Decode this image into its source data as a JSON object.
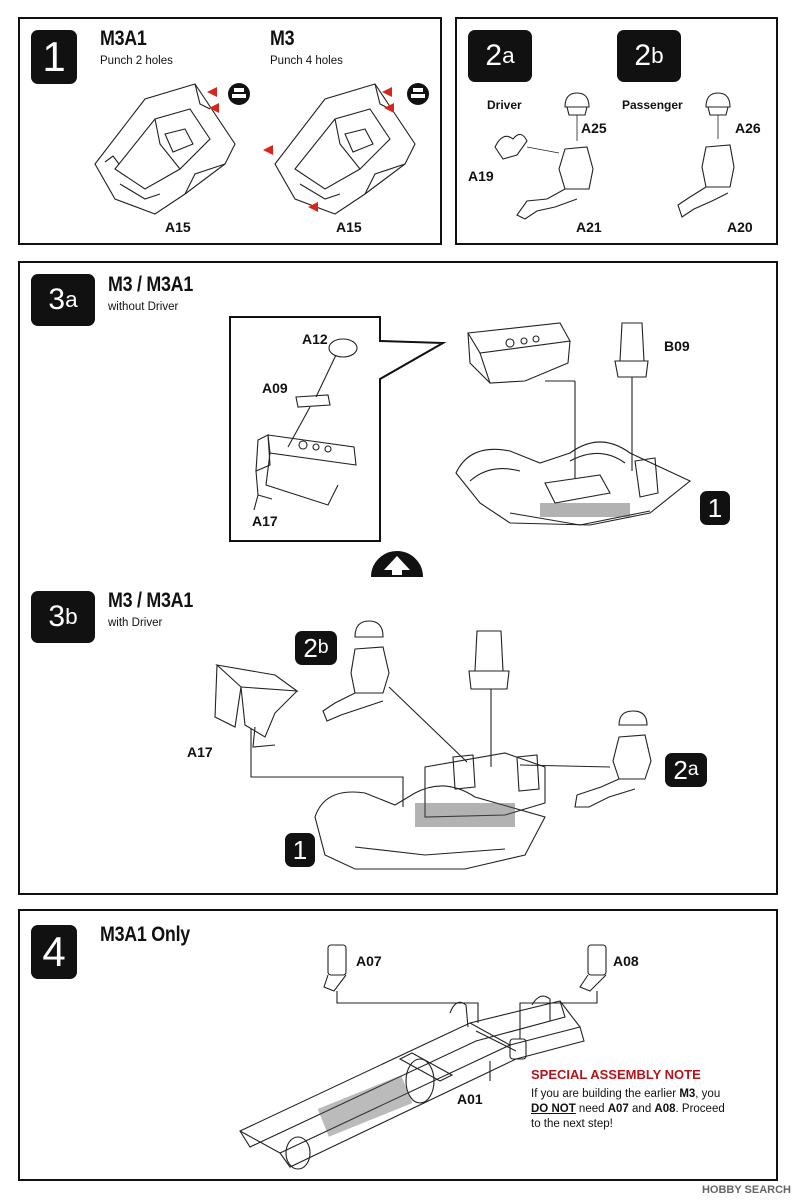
{
  "step1": {
    "number": "1",
    "left_title": "M3A1",
    "left_sub": "Punch 2 holes",
    "right_title": "M3",
    "right_sub": "Punch 4 holes",
    "left_part": "A15",
    "right_part": "A15"
  },
  "step2": {
    "a_num": "2",
    "a_letter": "a",
    "b_num": "2",
    "b_letter": "b",
    "driver_label": "Driver",
    "passenger_label": "Passenger",
    "parts": {
      "a25": "A25",
      "a19": "A19",
      "a21": "A21",
      "a26": "A26",
      "a20": "A20"
    }
  },
  "step3a": {
    "num": "3",
    "letter": "a",
    "title": "M3 / M3A1",
    "sub": "without Driver",
    "parts": {
      "a12": "A12",
      "a09": "A09",
      "a17": "A17",
      "b09": "B09"
    },
    "ref": "1"
  },
  "step3b": {
    "num": "3",
    "letter": "b",
    "title": "M3 / M3A1",
    "sub": "with Driver",
    "parts": {
      "a17": "A17"
    },
    "ref_2b_num": "2",
    "ref_2b_letter": "b",
    "ref_2a_num": "2",
    "ref_2a_letter": "a",
    "ref_1": "1"
  },
  "step4": {
    "num": "4",
    "title": "M3A1 Only",
    "parts": {
      "a07": "A07",
      "a08": "A08",
      "a01": "A01"
    },
    "note": {
      "title": "SPECIAL ASSEMBLY NOTE",
      "line1a": "If you are building the earlier ",
      "line1b": "M3",
      "line1c": ", you",
      "line2a": "DO NOT",
      "line2b": " need ",
      "line2c": "A07",
      "line2d": " and ",
      "line2e": "A08",
      "line2f": ".  Proceed",
      "line3": "to the next step!"
    }
  },
  "watermark": "HOBBY SEARCH"
}
